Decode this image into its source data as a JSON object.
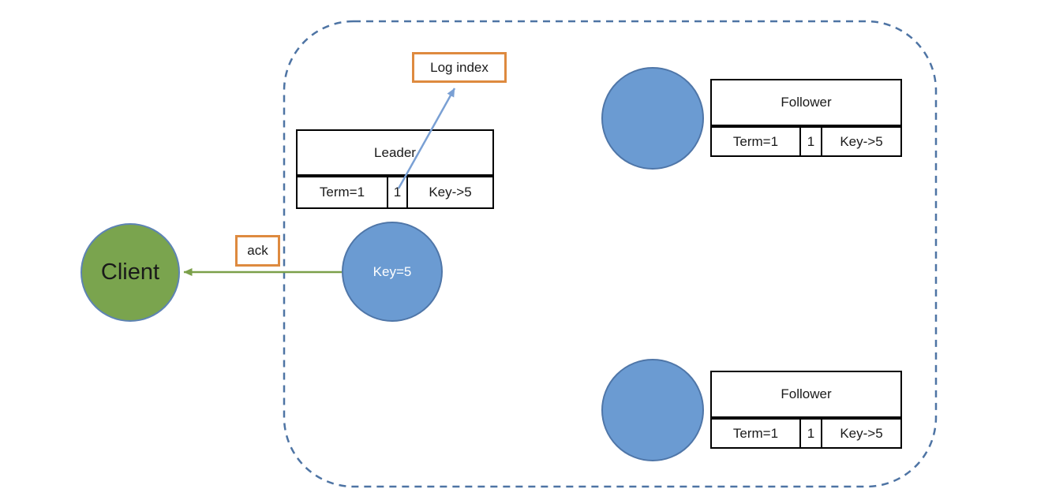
{
  "client": {
    "label": "Client"
  },
  "labels": {
    "ack": "ack",
    "log_index": "Log index"
  },
  "leader": {
    "title": "Leader",
    "cells": [
      "Term=1",
      "1",
      "Key->5"
    ],
    "node_label": "Key=5"
  },
  "followers": [
    {
      "title": "Follower",
      "cells": [
        "Term=1",
        "1",
        "Key->5"
      ]
    },
    {
      "title": "Follower",
      "cells": [
        "Term=1",
        "1",
        "Key->5"
      ]
    }
  ],
  "colors": {
    "node_blue_fill": "#6b9bd2",
    "node_blue_border": "#4f76a8",
    "client_green_fill": "#7aa44e",
    "client_green_border": "#5d83b4",
    "orange_border": "#de8a3f",
    "dashed_border": "#4e74a4",
    "green_arrow": "#7ba04a",
    "blue_arrow": "#7aa0d4"
  }
}
